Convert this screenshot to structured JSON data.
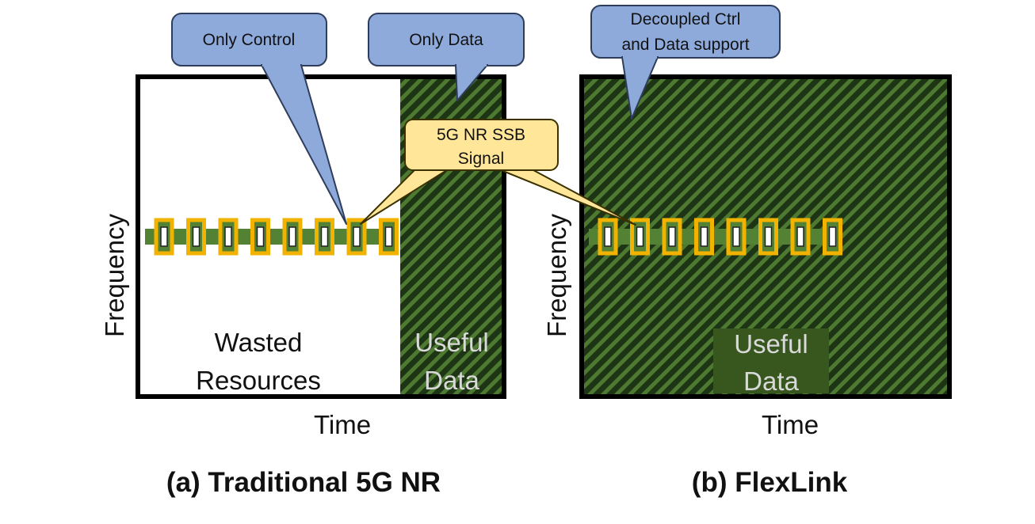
{
  "callouts": {
    "only_control": "Only Control",
    "only_data": "Only Data",
    "decoupled_line1": "Decoupled Ctrl",
    "decoupled_line2": "and Data support",
    "ssb_line1": "5G NR SSB",
    "ssb_line2": "Signal"
  },
  "panel_a": {
    "y_label": "Frequency",
    "x_label": "Time",
    "wasted_line1": "Wasted",
    "wasted_line2": "Resources",
    "useful_line1": "Useful",
    "useful_line2": "Data",
    "caption": "(a) Traditional 5G NR",
    "ssb_block_count": 8
  },
  "panel_b": {
    "y_label": "Frequency",
    "x_label": "Time",
    "useful_line1": "Useful",
    "useful_line2": "Data",
    "caption": "(b) FlexLink",
    "ssb_block_count": 8
  },
  "colors": {
    "callout_blue": "#8eaadb",
    "callout_yellow": "#ffe699",
    "hatch_dark": "#1e3515",
    "hatch_green": "#4d7a30",
    "ssb_border": "#f2b200",
    "ssb_fill": "#548235",
    "useful_box": "#38571f"
  }
}
